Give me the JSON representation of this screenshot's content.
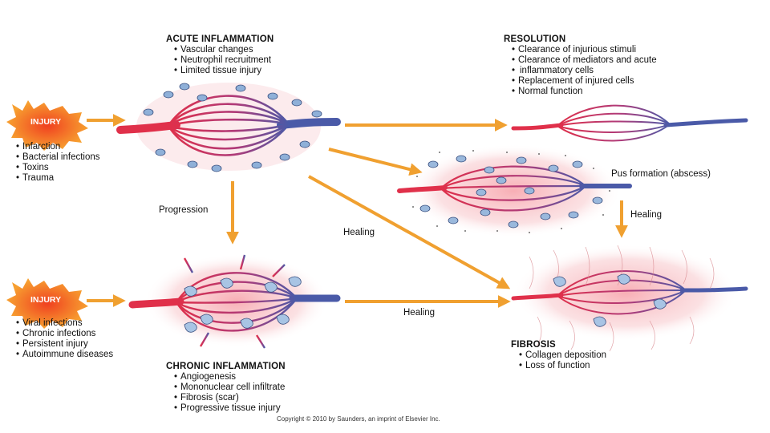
{
  "acute": {
    "title": "ACUTE INFLAMMATION",
    "items": [
      "Vascular changes",
      "Neutrophil recruitment",
      "Limited tissue injury"
    ]
  },
  "resolution": {
    "title": "RESOLUTION",
    "items": [
      "Clearance of injurious stimuli",
      "Clearance of mediators and acute",
      "inflammatory cells",
      "Replacement of injured cells",
      "Normal function"
    ]
  },
  "injury_top": {
    "label": "INJURY",
    "items": [
      "Infarction",
      "Bacterial infections",
      "Toxins",
      "Trauma"
    ]
  },
  "injury_bottom": {
    "label": "INJURY",
    "items": [
      "Viral infections",
      "Chronic infections",
      "Persistent injury",
      "Autoimmune diseases"
    ]
  },
  "chronic": {
    "title": "CHRONIC INFLAMMATION",
    "items": [
      "Angiogenesis",
      "Mononuclear cell infiltrate",
      "Fibrosis (scar)",
      "Progressive tissue injury"
    ]
  },
  "fibrosis": {
    "title": "FIBROSIS",
    "items": [
      "Collagen deposition",
      "Loss of function"
    ]
  },
  "labels": {
    "pus": "Pus formation (abscess)",
    "healing_right": "Healing",
    "progression": "Progression",
    "healing_diag": "Healing",
    "healing_bottom": "Healing"
  },
  "copyright": "Copyright © 2010 by Saunders, an imprint of Elsevier Inc.",
  "colors": {
    "arrow": "#f0a030",
    "artery": "#e0304a",
    "vein": "#4a5aa8",
    "injury_star": "#f07a20"
  }
}
